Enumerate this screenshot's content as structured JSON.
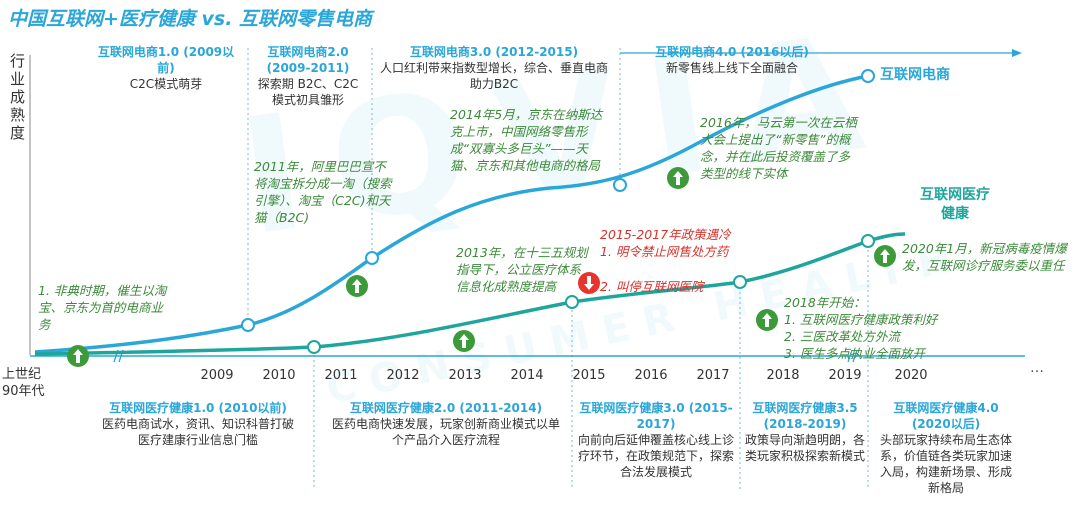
{
  "title": "中国互联网+医疗健康 vs. 互联网零售电商",
  "watermark": "IQVIA",
  "watermark_sub": "CONSUMER HEALTH",
  "y_axis_label": "行业成熟度",
  "x_origin_label": "上世纪90年代",
  "years": [
    "2009",
    "2010",
    "2011",
    "2012",
    "2013",
    "2014",
    "2015",
    "2016",
    "2017",
    "2018",
    "2019",
    "2020"
  ],
  "curve_labels": {
    "ecommerce": "互联网电商",
    "healthcare": "互联网医疗健康"
  },
  "top_stages": [
    {
      "title": "互联网电商1.0 (2009以前)",
      "desc": "C2C模式萌芽"
    },
    {
      "title": "互联网电商2.0 (2009-2011)",
      "desc": "探索期 B2C、C2C模式初具雏形"
    },
    {
      "title": "互联网电商3.0 (2012-2015)",
      "desc": "人口红利带来指数型增长，综合、垂直电商助力B2C"
    },
    {
      "title": "互联网电商4.0 (2016以后)",
      "desc": "新零售线上线下全面融合"
    }
  ],
  "bottom_stages": [
    {
      "title": "互联网医疗健康1.0 (2010以前)",
      "desc": "医药电商试水，资讯、知识科普打破医疗建康行业信息门槛"
    },
    {
      "title": "互联网医疗健康2.0 (2011-2014)",
      "desc": "医药电商快速发展，玩家创新商业模式以单个产品介入医疗流程"
    },
    {
      "title": "互联网医疗健康3.0 (2015-2017)",
      "desc": "向前向后延伸覆盖核心线上诊疗环节，在政策规范下，探索合法发展模式"
    },
    {
      "title": "互联网医疗健康3.5 (2018-2019)",
      "desc": "政策导向渐趋明朗，各类玩家积极探索新模式"
    },
    {
      "title": "互联网医疗健康4.0 (2020以后)",
      "desc": "头部玩家持续布局生态体系，价值链各类玩家加速入局，构建新场景、形成新格局"
    }
  ],
  "annotations": {
    "a1": "1.  非典时期，催生以淘宝、京东为首的电商业务",
    "a2": "2011年，阿里巴巴宣不将淘宝拆分成一淘（搜索引擎）、淘宝（C2C)和天猫（B2C)",
    "a3": "2013年，在十三五规划指导下，公立医疗体系信息化成熟度提高",
    "a4": "2014年5月，京东在纳斯达克上市，中国网络零售形成“双寡头多巨头”——天猫、京东和其他电商的格局",
    "a5": "2016年，马云第一次在云栖大会上提出了“新零售”的概念，并在此后投资覆盖了多类型的线下实体",
    "a6_title": "2015-2017年政策遇冷",
    "a6_1": "1.  明令禁止网售处方药",
    "a6_2": "2.  叫停互联网医院",
    "a7_title": "2018年开始：",
    "a7_1": "1.  互联网医疗健康政策利好",
    "a7_2": "2.  三医改革处方外流",
    "a7_3": "3.  医生多点执业全面放开",
    "a8": "2020年1月，新冠病毒疫情爆发，互联网诊疗服务委以重任"
  },
  "colors": {
    "ecommerce": "#2aa6d8",
    "healthcare": "#1ea69c",
    "up_arrow": "#3c9a3a",
    "down_arrow": "#e8342b",
    "text": "#333333"
  },
  "icons": [
    "up-arrow-icon",
    "down-arrow-icon"
  ]
}
